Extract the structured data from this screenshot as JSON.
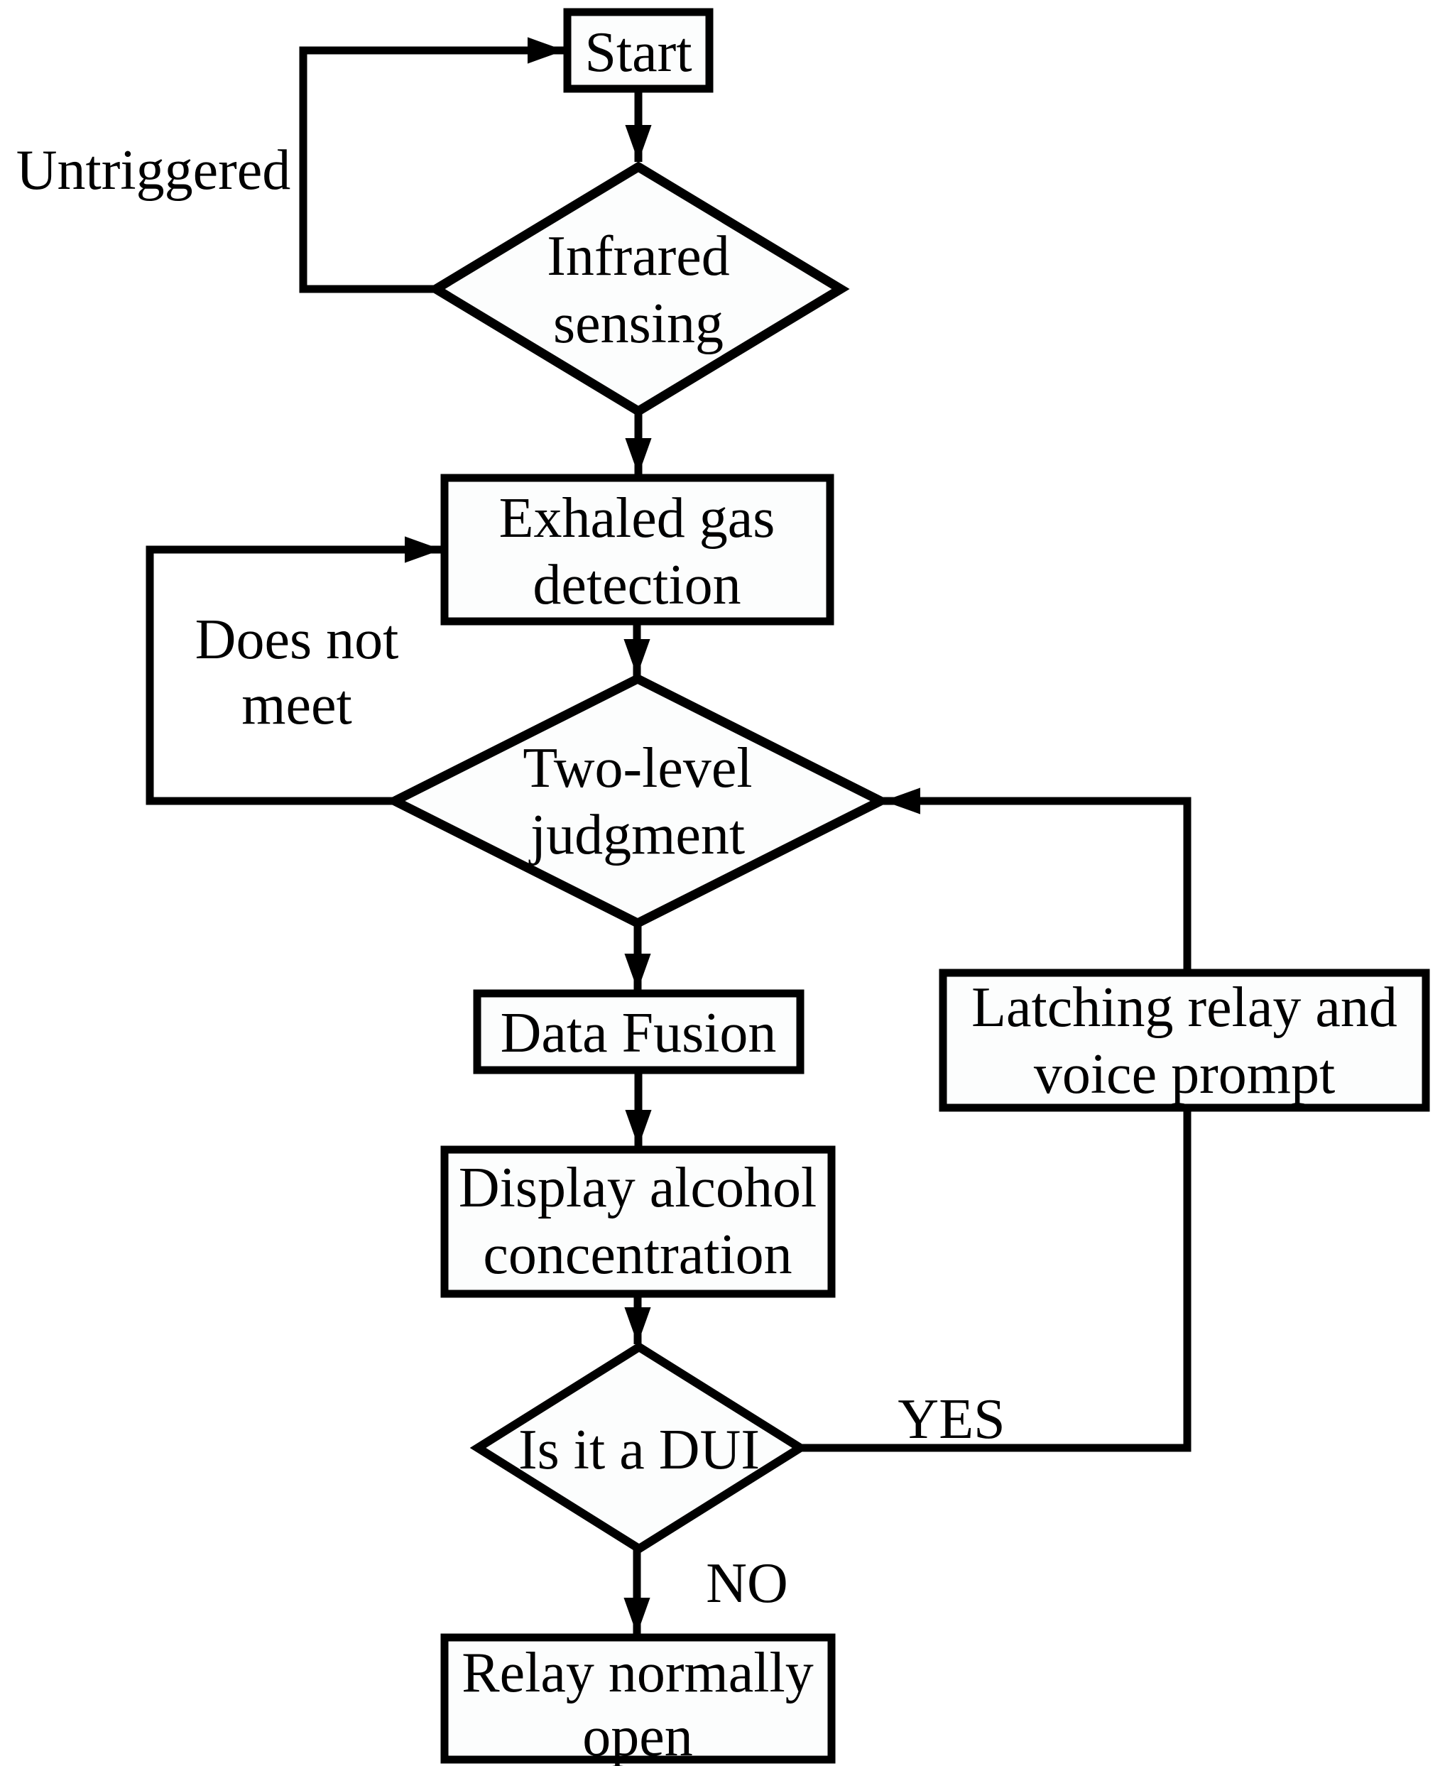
{
  "diagram": {
    "title_hint": "Alcohol detection flow chart",
    "background": "#ffffff",
    "stroke_color": "#000000",
    "text_color": "#000000",
    "node_fill": "#fcfdfd",
    "nodes": {
      "start": {
        "label": "Start",
        "shape": "rectangle"
      },
      "infrared": {
        "line1": "Infrared",
        "line2": "sensing",
        "shape": "diamond"
      },
      "exhaled": {
        "line1": "Exhaled gas",
        "line2": "detection",
        "shape": "rectangle"
      },
      "twolevel": {
        "line1": "Two-level",
        "line2": "judgment",
        "shape": "diamond"
      },
      "datafusion": {
        "label": "Data Fusion",
        "shape": "rectangle"
      },
      "display": {
        "line1": "Display alcohol",
        "line2": "concentration",
        "shape": "rectangle"
      },
      "dui": {
        "label": "Is it a DUI",
        "shape": "diamond"
      },
      "latching": {
        "line1": "Latching relay and",
        "line2": "voice prompt",
        "shape": "rectangle"
      },
      "relay": {
        "line1": "Relay normally",
        "line2": "open",
        "shape": "rectangle"
      }
    },
    "edge_labels": {
      "untriggered": "Untriggered",
      "does_not_meet_line1": "Does not",
      "does_not_meet_line2": "meet",
      "yes": "YES",
      "no": "NO"
    },
    "edges": [
      {
        "from": "start",
        "to": "infrared",
        "label": ""
      },
      {
        "from": "infrared",
        "to": "start",
        "label": "Untriggered"
      },
      {
        "from": "infrared",
        "to": "exhaled",
        "label": ""
      },
      {
        "from": "exhaled",
        "to": "twolevel",
        "label": ""
      },
      {
        "from": "twolevel",
        "to": "exhaled",
        "label": "Does not meet"
      },
      {
        "from": "twolevel",
        "to": "datafusion",
        "label": ""
      },
      {
        "from": "datafusion",
        "to": "display",
        "label": ""
      },
      {
        "from": "display",
        "to": "dui",
        "label": ""
      },
      {
        "from": "dui",
        "to": "latching",
        "label": "YES"
      },
      {
        "from": "latching",
        "to": "twolevel",
        "label": ""
      },
      {
        "from": "dui",
        "to": "relay",
        "label": "NO"
      }
    ]
  }
}
